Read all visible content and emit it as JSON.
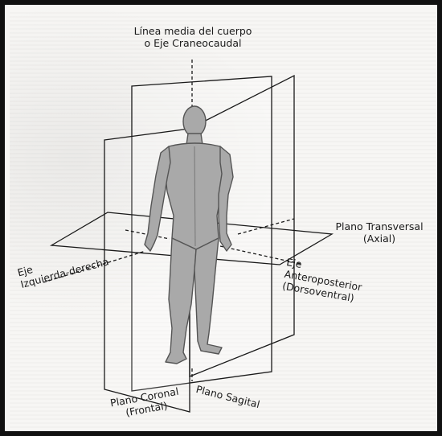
{
  "labels": {
    "midline_line1": "Línea media del cuerpo",
    "midline_line2": "o Eje Craneocaudal",
    "transversal_line1": "Plano Transversal",
    "transversal_line2": "(Axial)",
    "lr_axis_line1": "Eje",
    "lr_axis_line2": "Izquierda-derecha",
    "ap_axis_line1": "Eje",
    "ap_axis_line2": "Anteroposterior",
    "ap_axis_line3": "(Dorsoventral)",
    "coronal_line1": "Plano Coronal",
    "coronal_line2": "(Frontal)",
    "sagital": "Plano Sagital"
  },
  "colors": {
    "frame": "#111111",
    "line": "#1a1a1a",
    "figure_fill": "#a9a9a9",
    "figure_stroke": "#555555"
  }
}
